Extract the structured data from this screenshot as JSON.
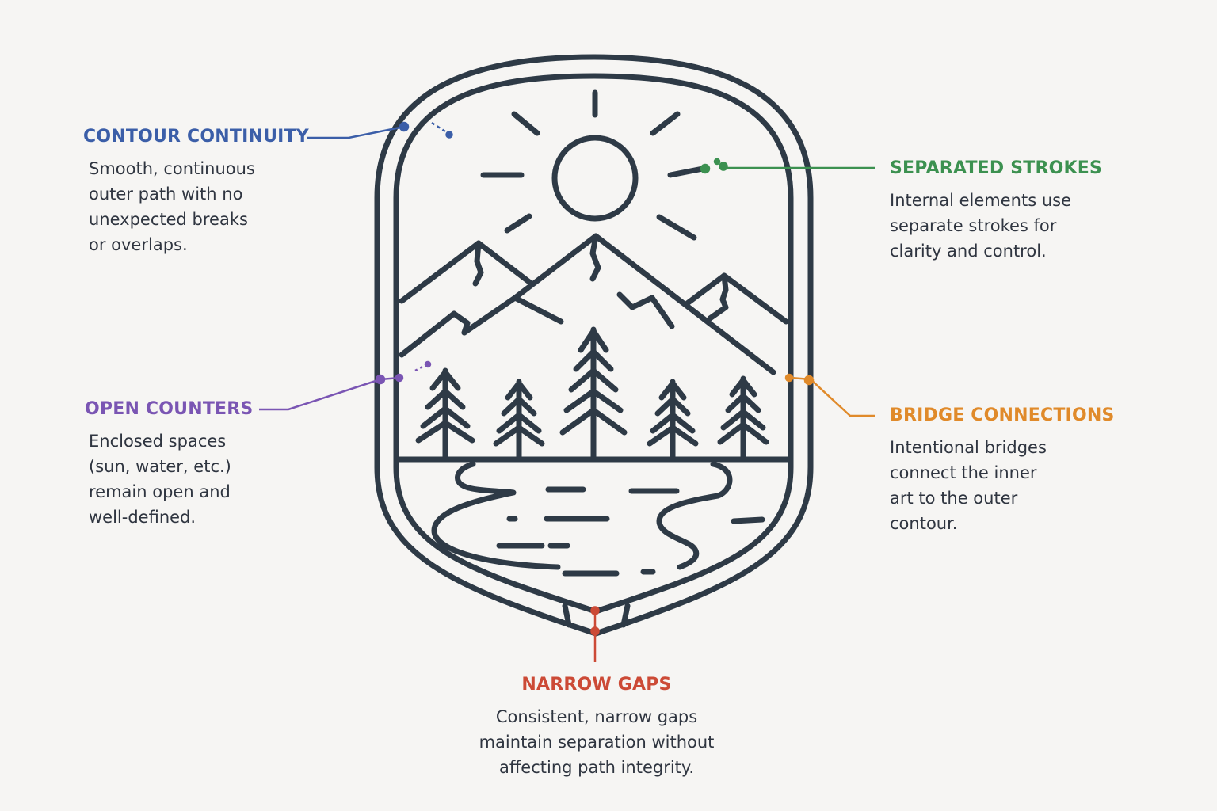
{
  "colors": {
    "background": "#f6f5f3",
    "stroke": "#2e3a46",
    "contour": "#3b5ea8",
    "open": "#7a55b3",
    "separated": "#3c9150",
    "bridge": "#e08a2a",
    "narrow": "#cc4a36"
  },
  "callouts": {
    "contour": {
      "title": "CONTOUR CONTINUITY",
      "desc": "Smooth, continuous\nouter path with no\nunexpected breaks\nor overlaps."
    },
    "open": {
      "title": "OPEN COUNTERS",
      "desc": "Enclosed spaces\n(sun, water, etc.)\nremain open and\nwell-defined."
    },
    "separated": {
      "title": "SEPARATED STROKES",
      "desc": "Internal elements use\nseparate strokes for\nclarity and control."
    },
    "bridge": {
      "title": "BRIDGE CONNECTIONS",
      "desc": "Intentional bridges\nconnect the inner\nart to the outer\ncontour."
    },
    "narrow": {
      "title": "NARROW GAPS",
      "desc": "Consistent, narrow gaps\nmaintain separation without\naffecting path integrity."
    }
  }
}
